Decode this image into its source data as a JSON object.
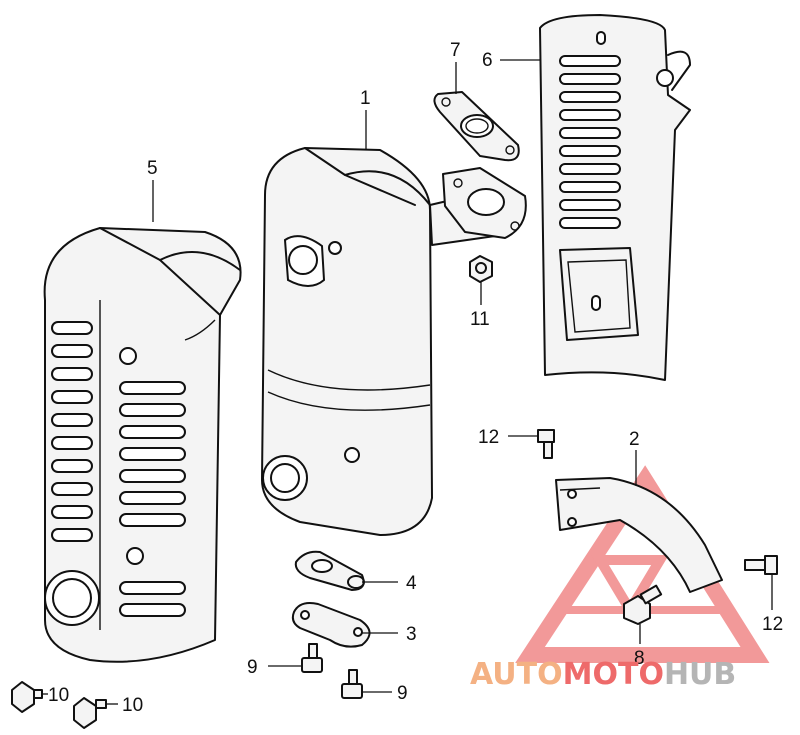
{
  "callouts": {
    "c1": "1",
    "c2": "2",
    "c3": "3",
    "c4": "4",
    "c5": "5",
    "c6": "6",
    "c7": "7",
    "c8": "8",
    "c9a": "9",
    "c9b": "9",
    "c10a": "10",
    "c10b": "10",
    "c11": "11",
    "c12a": "12",
    "c12b": "12"
  },
  "watermark": {
    "part1": "AUTO",
    "part2": "MOTO",
    "part3": "HUB",
    "color_orange": "#f4b183",
    "color_red": "#ee6a6a",
    "color_gray": "#b5b5b5"
  },
  "colors": {
    "ink": "#111111",
    "paper": "#ffffff",
    "shade": "#f4f4f4"
  }
}
